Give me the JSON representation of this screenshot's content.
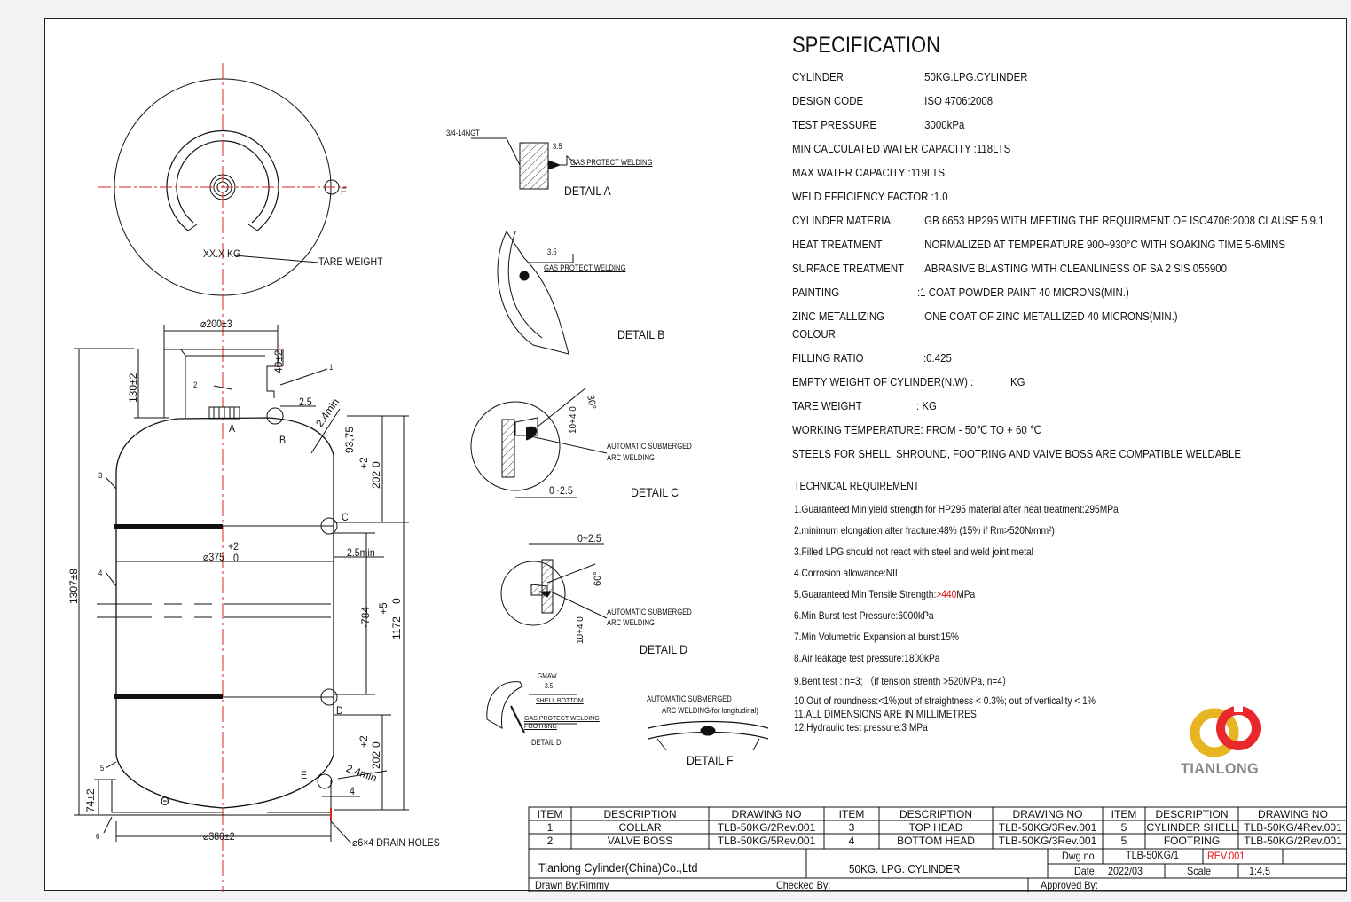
{
  "spec_title": "SPECIFICATION",
  "specs": [
    {
      "key": "CYLINDER",
      "value": ":50KG.LPG.CYLINDER"
    },
    {
      "key": "DESIGN CODE",
      "value": ":ISO 4706:2008"
    },
    {
      "key": "TEST PRESSURE",
      "value": ":3000kPa"
    },
    {
      "key": "MIN CALCULATED WATER CAPACITY :118LTS",
      "value": ""
    },
    {
      "key": "MAX  WATER CAPACITY :119LTS",
      "value": ""
    },
    {
      "key": "WELD EFFICIENCY FACTOR :1.0",
      "value": ""
    },
    {
      "key": "CYLINDER MATERIAL",
      "value": ":GB 6653 HP295 WITH MEETING THE REQUIRMENT OF ISO4706:2008 CLAUSE 5.9.1"
    },
    {
      "key": "HEAT TREATMENT",
      "value": ":NORMALIZED AT TEMPERATURE 900~930°C WITH SOAKING TIME 5-6MINS"
    },
    {
      "key": "SURFACE TREATMENT",
      "value": ":ABRASIVE BLASTING WITH CLEANLINESS OF SA 2  SIS 055900"
    },
    {
      "key": "PAINTING",
      "value": ":1 COAT POWDER PAINT 40 MICRONS(MIN.)"
    },
    {
      "key": "ZINC METALLIZING",
      "value": ":ONE COAT OF ZINC METALLIZED 40 MICRONS(MIN.)"
    },
    {
      "key": "COLOUR",
      "value": ":"
    },
    {
      "key": "FILLING RATIO",
      "value": ":0.425"
    },
    {
      "key": "EMPTY WEIGHT OF CYLINDER(N.W) :",
      "value": "KG"
    },
    {
      "key": "TARE WEIGHT",
      "value": ":      KG"
    },
    {
      "key": "WORKING TEMPERATURE: FROM - 50℃  TO + 60 ℃",
      "value": ""
    },
    {
      "key": "STEELS FOR  SHELL, SHROUND, FOOTRING AND VAIVE BOSS ARE COMPATIBLE WELDABLE",
      "value": ""
    }
  ],
  "tech_req": {
    "title": "TECHNICAL REQUIREMENT",
    "items": [
      "1.Guaranteed Min yield strength for HP295 material after heat treatment:295MPa",
      "2.minimum elongation after fracture:48% (15% if Rm>520N/mm²)",
      "3.Filled LPG should not react with steel and weld joint metal",
      "4.Corrosion allowance:NIL",
      "5.Guaranteed Min Tensile Strength:",
      "6.Min Burst test Pressure:6000kPa",
      "7.Min Volumetric Expansion at burst:15%",
      "8.Air leakage test pressure:1800kPa",
      "9.Bent test : n=3;  （if tension strenth >520MPa, n=4）",
      "10.Out of roundness:<1%;out of straightness < 0.3%;  out of verticality < 1%",
      "11.ALL DIMENSIONS ARE IN MILLIMETRES",
      "12.Hydraulic test pressure:3 MPa"
    ],
    "item5_red": ">440",
    "item5_tail": "MPa"
  },
  "logo": {
    "text": "TIANLONG",
    "color_main": "#e8282a",
    "color_gold": "#e7b521"
  },
  "drawing": {
    "tare_mark": "XX.X KG",
    "tare_label": "TARE WEIGHT",
    "f_mark": "F",
    "d200": "⌀200±3",
    "d375": "⌀375",
    "d375_tol_top": "+2",
    "d375_tol_bot": "0",
    "d380": "⌀380±2",
    "h130": "130±2",
    "h40": "40±2",
    "h1307": "1307±8",
    "h74": "74±2",
    "v2_5a": "2.5",
    "v2_4min_a": "2.4min",
    "v2_5min": "2.5min",
    "v2_4min_b": "2.4min",
    "v93": "93,75",
    "v202a": "202",
    "v202a_tol": "+2",
    "v202a_0": "0",
    "v784": "~784",
    "v1172": "1172",
    "v1172_tol": "+5",
    "v1172_0": "0",
    "v202b": "202",
    "v202b_tol": "+2",
    "v202b_0": "0",
    "v4": "4",
    "drain": "⌀6×4 DRAIN HOLES",
    "theta": "Θ",
    "marks": {
      "A": "A",
      "B": "B",
      "C": "C",
      "D": "D",
      "E": "E"
    },
    "items": [
      "1",
      "2",
      "3",
      "4",
      "5",
      "6"
    ]
  },
  "details": {
    "a_thread": "3/4-14NGT",
    "a_weld_size": "3.5",
    "a_weld": "GAS PROTECT WELDING",
    "a_title": "DETAIL A",
    "b_weld_size": "3.5",
    "b_weld": "GAS PROTECT WELDING",
    "b_title": "DETAIL B",
    "c_angle": "30°",
    "c_gap": "10+4 0",
    "c_weld": "AUTOMATIC SUBMERGED",
    "c_weld2": "ARC WELDING",
    "c_dim": "0~2.5",
    "c_title": "DETAIL C",
    "d_dim": "0~2.5",
    "d_angle": "60°",
    "d_gap": "10+4 0",
    "d_weld": "AUTOMATIC SUBMERGED",
    "d_weld2": "ARC WELDING",
    "d_title": "DETAIL D",
    "e_gmaw": "GMAW",
    "e_size": "3.5",
    "e_shell": "SHELL BOTTOM",
    "e_gpw": "GAS PROTECT WELDING",
    "e_foot": "FOOTRING",
    "e_title": "DETAIL D",
    "f_weld": "AUTOMATIC SUBMERGED",
    "f_weld2": "ARC WELDING(for longitudinal)",
    "f_title": "DETAIL F"
  },
  "bom": {
    "headers": [
      "ITEM",
      "DESCRIPTION",
      "DRAWING NO"
    ],
    "rows": [
      {
        "item": "1",
        "desc": "COLLAR",
        "dwg": "TLB-50KG/2Rev.001"
      },
      {
        "item": "2",
        "desc": "VALVE BOSS",
        "dwg": "TLB-50KG/5Rev.001"
      },
      {
        "item": "3",
        "desc": "TOP HEAD",
        "dwg": "TLB-50KG/3Rev.001"
      },
      {
        "item": "4",
        "desc": "BOTTOM HEAD",
        "dwg": "TLB-50KG/3Rev.001"
      },
      {
        "item": "5",
        "desc": "CYLINDER SHELL",
        "dwg": "TLB-50KG/4Rev.001"
      },
      {
        "item": "5",
        "desc": "FOOTRING",
        "dwg": "TLB-50KG/2Rev.001"
      }
    ]
  },
  "title_block": {
    "company": "Tianlong   Cylinder(China)Co.,Ltd",
    "product": "50KG. LPG. CYLINDER",
    "dwg_label": "Dwg.no",
    "dwg_no": "TLB-50KG/1",
    "rev": "REV.001",
    "date_label": "Date",
    "date": "2022/03",
    "scale_label": "Scale",
    "scale": "1:4.5",
    "drawn": "Drawn By:Rimmy",
    "checked": "Checked By:",
    "approved": "Approved By:"
  }
}
